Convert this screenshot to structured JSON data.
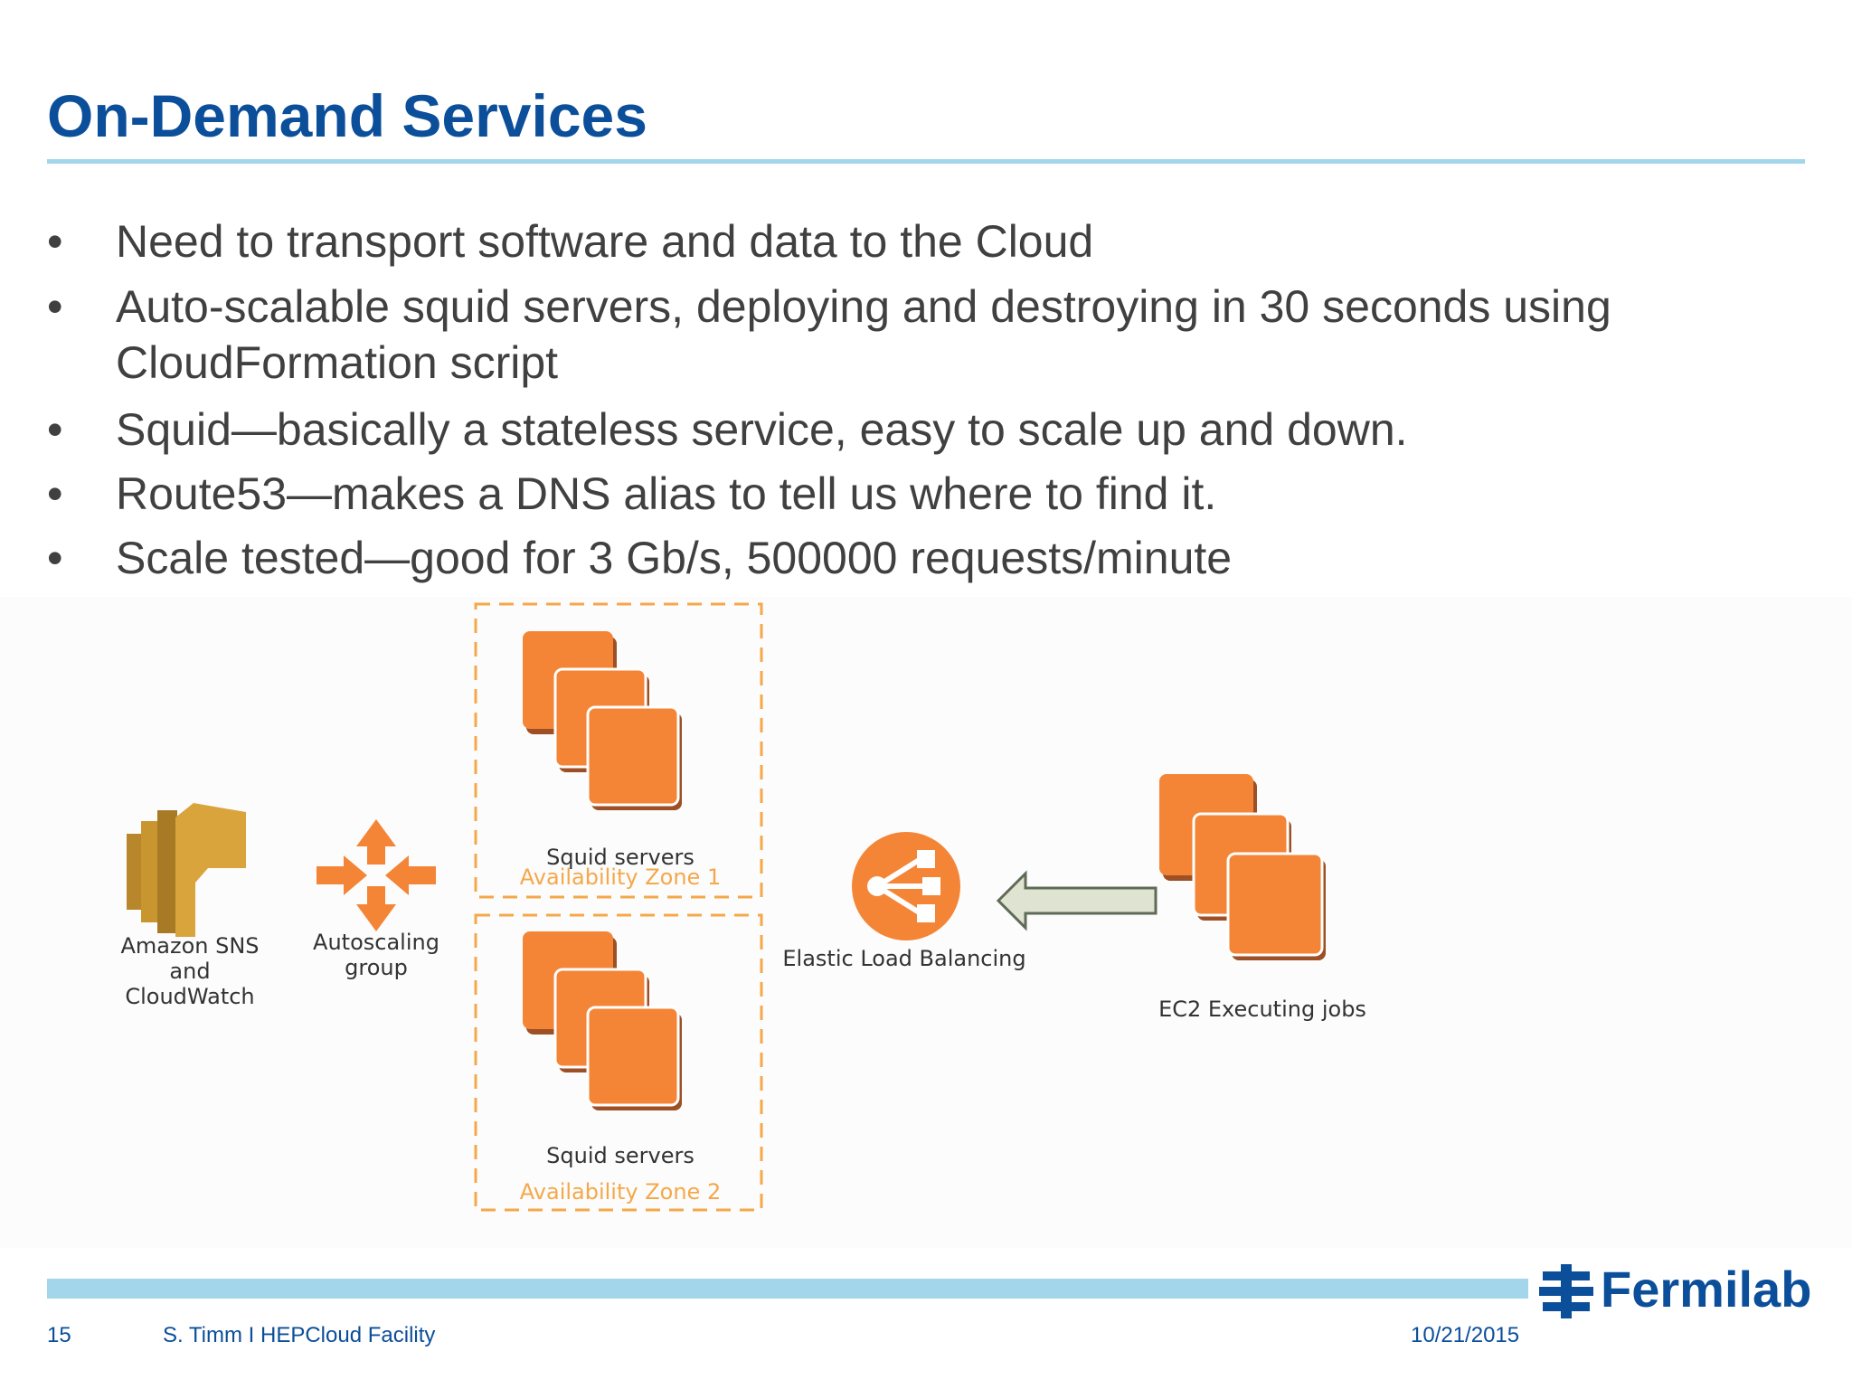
{
  "slide": {
    "title": "On-Demand Services",
    "bullets": [
      "•",
      "Need to transport software and data to the Cloud",
      "Auto-scalable squid servers, deploying and destroying in 30 seconds using",
      "CloudFormation script",
      "Squid—basically a stateless service, easy to scale up and down.",
      "Route53—makes a DNS alias to tell us where to find it.",
      "Scale tested—good for 3 Gb/s, 500000 requests/minute"
    ]
  },
  "diagram": {
    "sns_label": [
      "Amazon SNS",
      "and",
      "CloudWatch"
    ],
    "autoscaling_label": [
      "Autoscaling",
      "group"
    ],
    "squid_zone1": {
      "name": "Squid servers",
      "zone": "Availability Zone 1"
    },
    "squid_zone2": {
      "name": "Squid servers",
      "zone": "Availability Zone 2"
    },
    "elb_label": "Elastic Load Balancing",
    "ec2_label": "EC2 Executing jobs"
  },
  "footer": {
    "page_number": "15",
    "author": "S. Timm I HEPCloud Facility",
    "date": "10/21/2015",
    "logo_text": "Fermilab"
  },
  "colors": {
    "title": "#0b4e9a",
    "rule": "#a3d6ea",
    "aws_orange": "#f58536",
    "aws_orange_dark": "#9d5025",
    "zone_border": "#f5a84a",
    "sns_gold": "#d9a43c"
  }
}
